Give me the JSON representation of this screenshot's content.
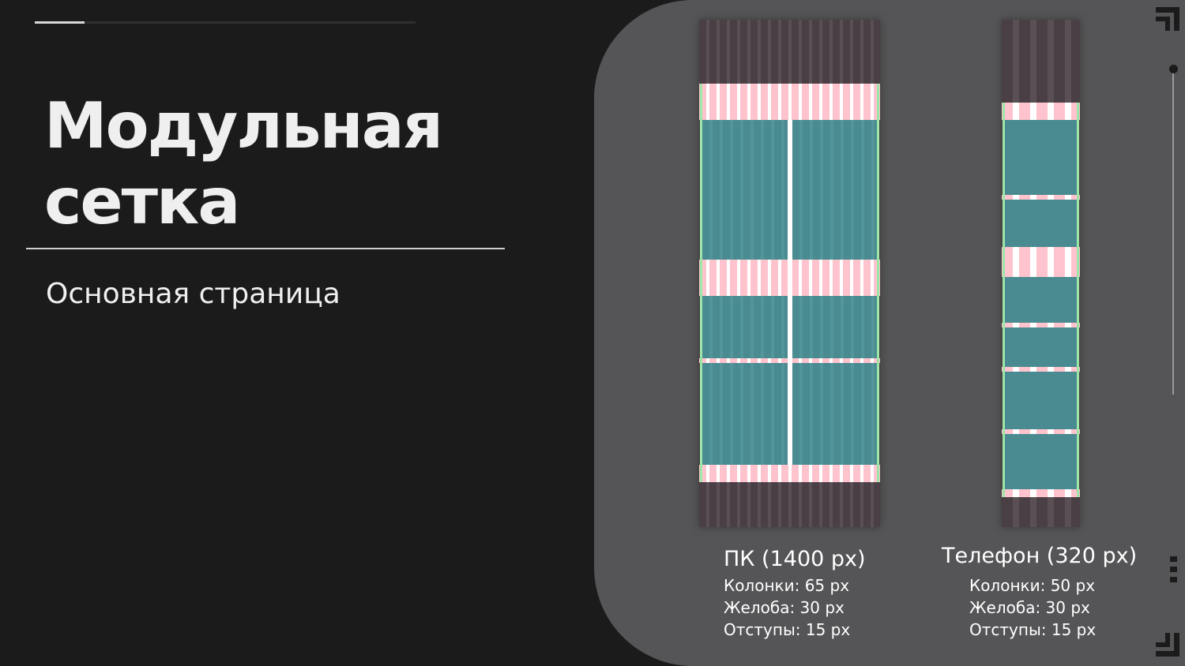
{
  "slide": {
    "title_line1": "Модульная",
    "title_line2": "сетка",
    "subtitle": "Основная страница",
    "progress": 0.13
  },
  "colors": {
    "background": "#1b1b1b",
    "panel": "#555557",
    "column_overlay": "#4a3f44",
    "gutter_pink": "#ffc3cd",
    "module_teal": "#4a8b91",
    "margin_green": "#9ee6a8"
  },
  "grids": [
    {
      "caption_title": "ПК (1400 px)",
      "columns_text": "Колонки: 65 px",
      "gutters_text": "Желоба: 30 px",
      "margins_text": "Отступы: 15 px"
    },
    {
      "caption_title": "Телефон (320 px)",
      "columns_text": "Колонки: 50 px",
      "gutters_text": "Желоба: 30 px",
      "margins_text": "Отступы: 15 px"
    }
  ],
  "icons": {
    "corner_top": "corner-bracket-icon",
    "corner_bottom": "corner-bracket-icon",
    "menu": "dots-menu-icon"
  }
}
